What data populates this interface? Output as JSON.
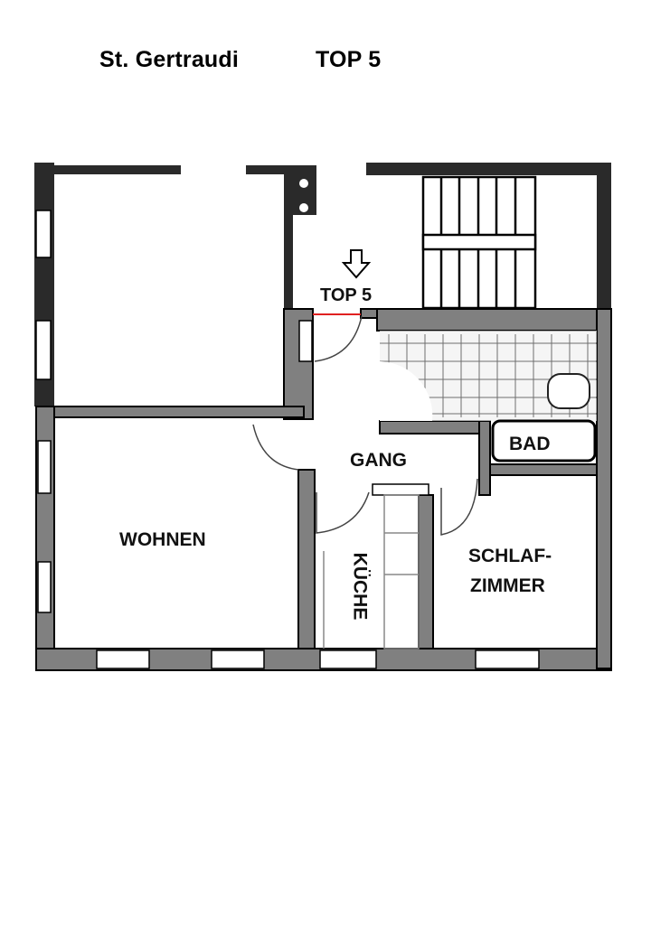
{
  "header": {
    "building": "St. Gertraudi",
    "unit": "TOP 5"
  },
  "plan": {
    "entrance_label": "TOP 5",
    "rooms": [
      {
        "id": "wohnen",
        "label": "WOHNEN"
      },
      {
        "id": "gang",
        "label": "GANG"
      },
      {
        "id": "bad",
        "label": "BAD"
      },
      {
        "id": "kueche",
        "label": "KÜCHE"
      },
      {
        "id": "schlafzimmer",
        "label_line1": "SCHLAF-",
        "label_line2": "ZIMMER"
      }
    ],
    "icons": [
      "entrance-arrow-icon",
      "staircase-icon",
      "door-swing-icon",
      "window-icon"
    ]
  },
  "colors": {
    "wall_fill": "#808080",
    "wall_dark": "#2a2a2a",
    "outline": "#000000",
    "entrance_line": "#e02020"
  }
}
